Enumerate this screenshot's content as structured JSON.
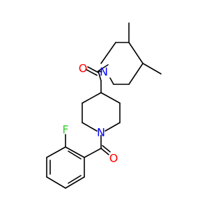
{
  "molecule": {
    "atoms": [
      {
        "id": "o1",
        "symbol": "O",
        "color": "#ff0000"
      },
      {
        "id": "n1",
        "symbol": "N",
        "color": "#0000ff"
      },
      {
        "id": "n2",
        "symbol": "N",
        "color": "#0000ff"
      },
      {
        "id": "o2",
        "symbol": "O",
        "color": "#ff0000"
      },
      {
        "id": "f1",
        "symbol": "F",
        "color": "#33cc33"
      }
    ],
    "bond_color": "#000000"
  }
}
